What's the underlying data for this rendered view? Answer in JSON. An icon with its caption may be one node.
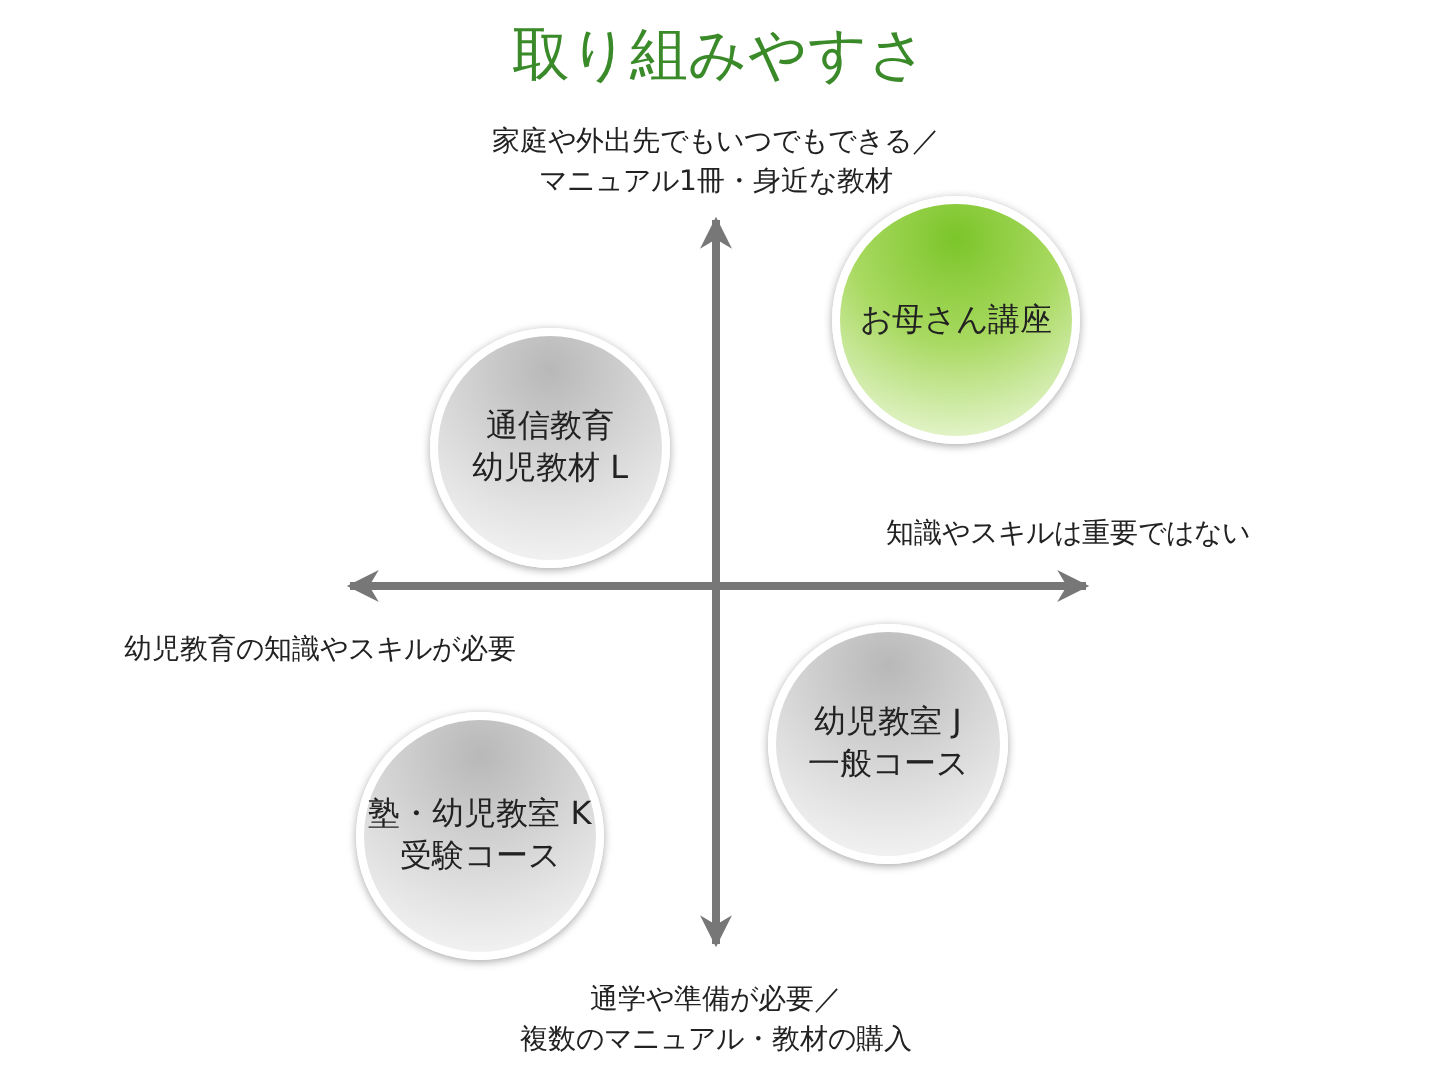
{
  "diagram": {
    "title": "取り組みやすさ",
    "nodes": [
      {
        "text": [
          "お母さん講座"
        ]
      },
      {
        "text": [
          "通信教育",
          "幼児教材 L"
        ]
      },
      {
        "text": [
          "幼児教室 J",
          "一般コース"
        ]
      },
      {
        "text": [
          "塾・幼児教室 K",
          "受験コース"
        ]
      }
    ],
    "labels": [
      "家庭や外出先でもいつでもできる／",
      "マニュアル1冊・身近な教材",
      "知識やスキルは重要ではない",
      "幼児教育の知識やスキルが必要",
      "通学や準備が必要／",
      "複数のマニュアル・教材の購入"
    ]
  }
}
